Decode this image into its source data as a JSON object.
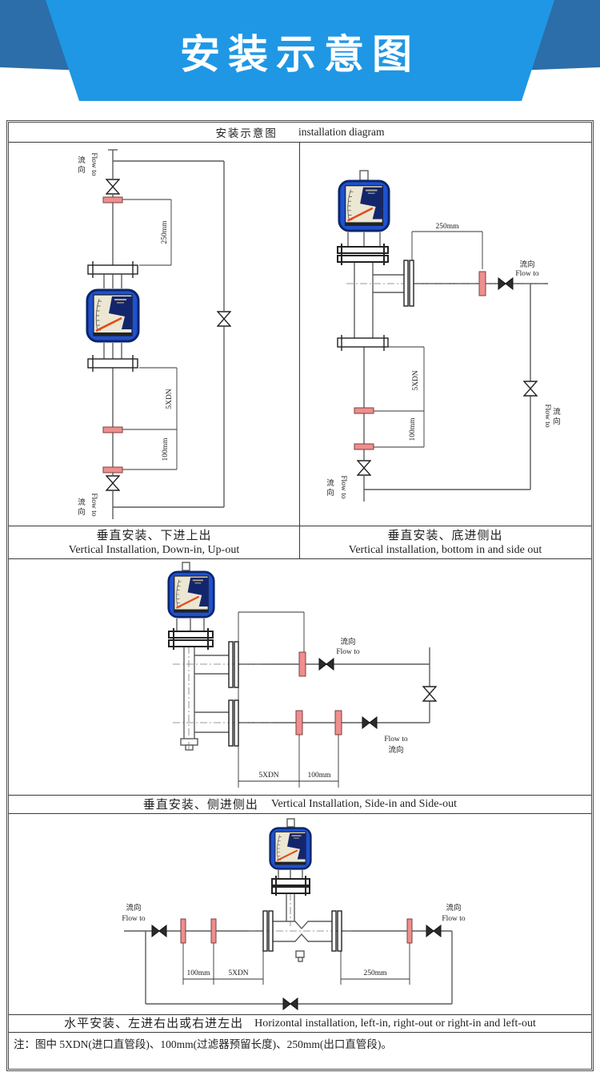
{
  "header": {
    "title": "安装示意图"
  },
  "panel": {
    "title_zh": "安装示意图",
    "title_en": "installation diagram"
  },
  "labels": {
    "flow_zh": "流向",
    "flow_zh_c1": "流",
    "flow_zh_c2": "向",
    "flow_en": "Flow to",
    "dim_250": "250mm",
    "dim_100": "100mm",
    "dim_5xdn": "5XDN"
  },
  "diagrams": [
    {
      "caption_zh": "垂直安装、下进上出",
      "caption_en": "Vertical Installation, Down-in, Up-out"
    },
    {
      "caption_zh": "垂直安装、底进侧出",
      "caption_en": "Vertical installation, bottom in and side out"
    },
    {
      "caption_zh": "垂直安装、侧进侧出",
      "caption_en": "Vertical Installation, Side-in and Side-out"
    },
    {
      "caption_zh": "水平安装、左进右出或右进左出",
      "caption_en": "Horizontal installation, left-in, right-out or right-in and left-out"
    }
  ],
  "note": {
    "text": "注：图中 5XDN(进口直管段)、100mm(过滤器预留长度)、250mm(出口直管段)。"
  },
  "colors": {
    "banner_light": "#1f97e4",
    "banner_dark": "#2b6ea9",
    "meter_blue": "#1f51cf",
    "filter_pink": "#ef8e8e",
    "line_gray": "#5c5c5c"
  }
}
